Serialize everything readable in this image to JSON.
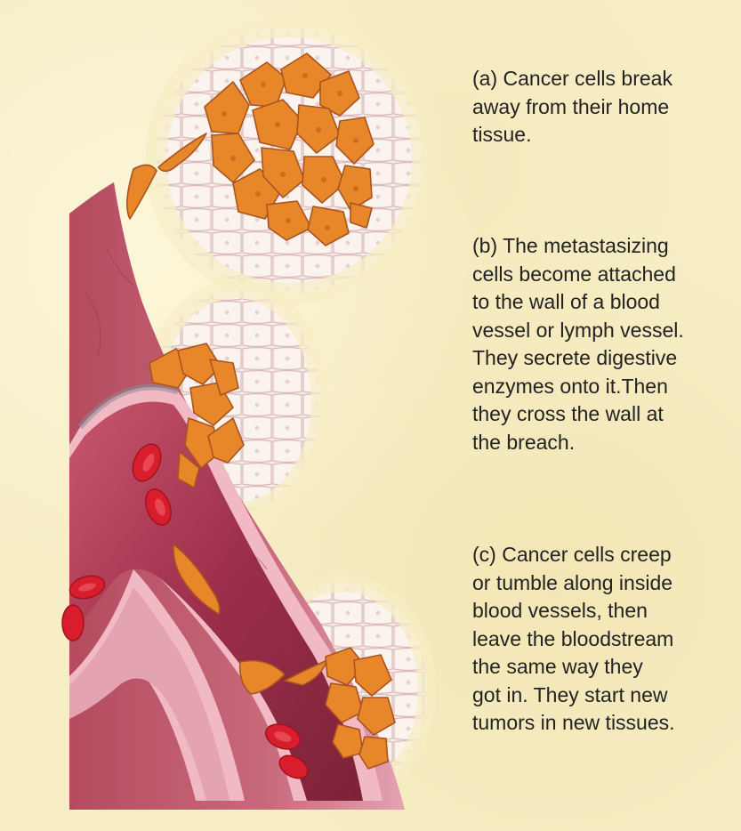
{
  "captions": {
    "a": "(a)  Cancer cells break\naway from their home\ntissue.",
    "b": "(b)  The metastasizing\ncells become attached\nto the wall of a blood\nvessel or lymph vessel.\nThey secrete digestive\nenzymes onto it.Then\nthey cross the wall at\nthe breach.",
    "c": "(c)  Cancer cells creep\nor tumble along inside\nblood vessels, then\nleave the bloodstream\nthe same way they\ngot in. They start new\ntumors in new tissues."
  },
  "colors": {
    "background": "#f7eec6",
    "tissue": "#f4e4de",
    "cancer_cell": "#e8872a",
    "cancer_cell_dark": "#b55a1c",
    "vessel_wall": "#d98ea0",
    "vessel_lumen": "#9e3350",
    "red_blood_cell": "#d81e2c"
  }
}
